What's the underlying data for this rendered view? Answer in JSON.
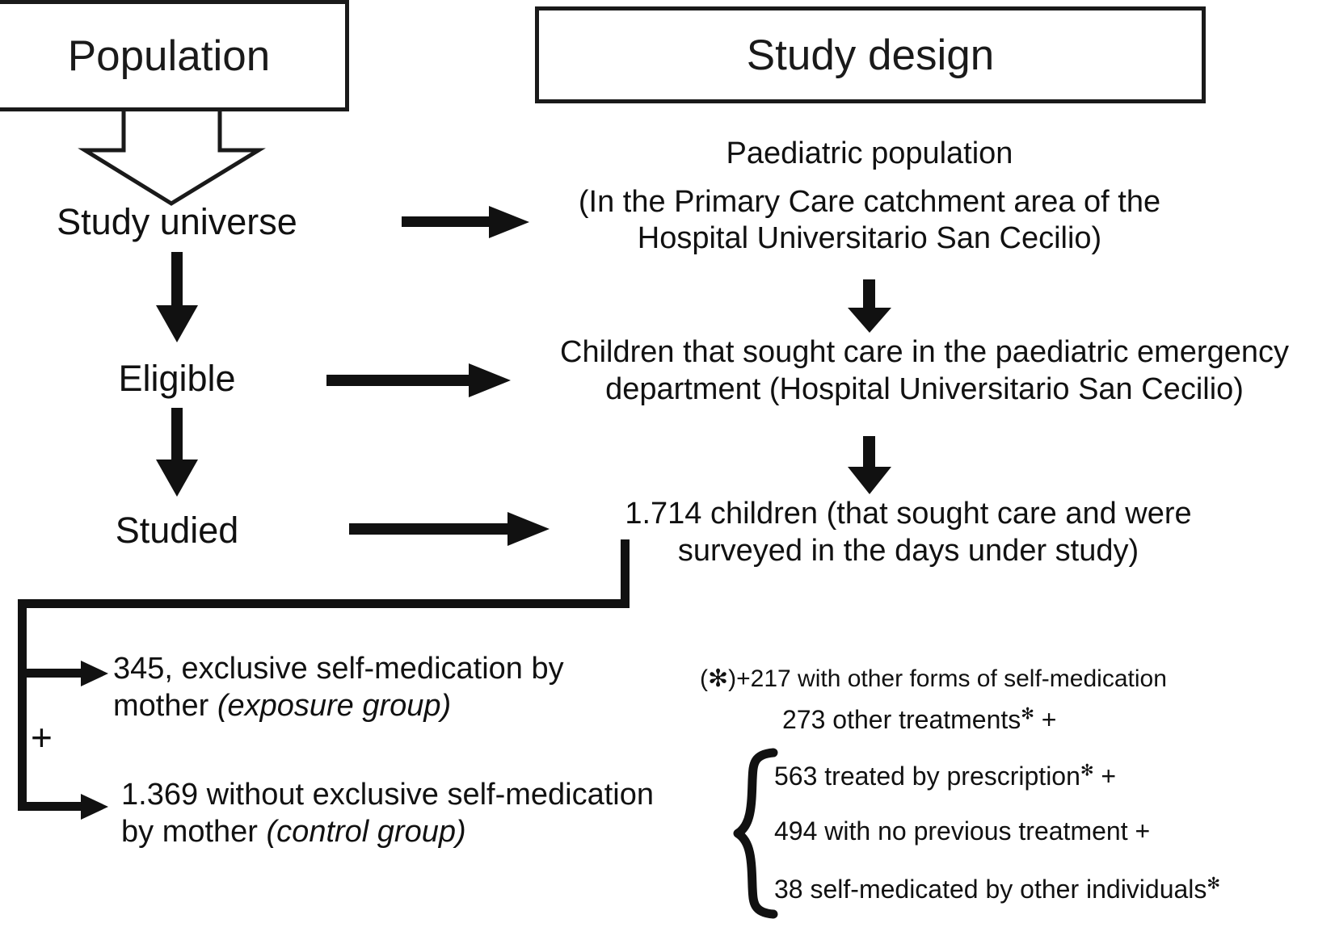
{
  "headers": {
    "population": "Population",
    "study_design": "Study design"
  },
  "stages": [
    {
      "label": "Study universe"
    },
    {
      "label": "Eligible"
    },
    {
      "label": "Studied"
    }
  ],
  "design_nodes": [
    {
      "line1": "Paediatric population",
      "line2": "(In the Primary Care catchment area of the",
      "line3": "Hospital Universitario San Cecilio)"
    },
    {
      "line1": "Children that sought care in the paediatric emergency",
      "line2": "department (Hospital Universitario San Cecilio)"
    },
    {
      "line1": "1.714 children (that sought care and were",
      "line2": "surveyed in the days under study)"
    }
  ],
  "groups": {
    "exposure": {
      "line1": "345, exclusive self-medication by",
      "line2_plain": "mother ",
      "line2_italic": "(exposure group)"
    },
    "control": {
      "line1": "1.369 without exclusive self-medication",
      "line2_plain": "by mother ",
      "line2_italic": "(control group)"
    },
    "plus": "+"
  },
  "breakdown": {
    "note_prefix": "(",
    "note_star": "✻",
    "note_rest": ")+217 with other forms of self-medication",
    "items": [
      {
        "text": "273 other treatments",
        "star": "✻",
        "suffix": "+"
      },
      {
        "text": "563 treated by prescription",
        "star": "✻",
        "suffix": "+"
      },
      {
        "text": "494 with no previous treatment +",
        "star": "",
        "suffix": ""
      },
      {
        "text": "38 self-medicated by other individuals",
        "star": "✻",
        "suffix": ""
      }
    ]
  },
  "colors": {
    "ink": "#111111",
    "box_border": "#1a1a1a",
    "background": "#ffffff"
  }
}
